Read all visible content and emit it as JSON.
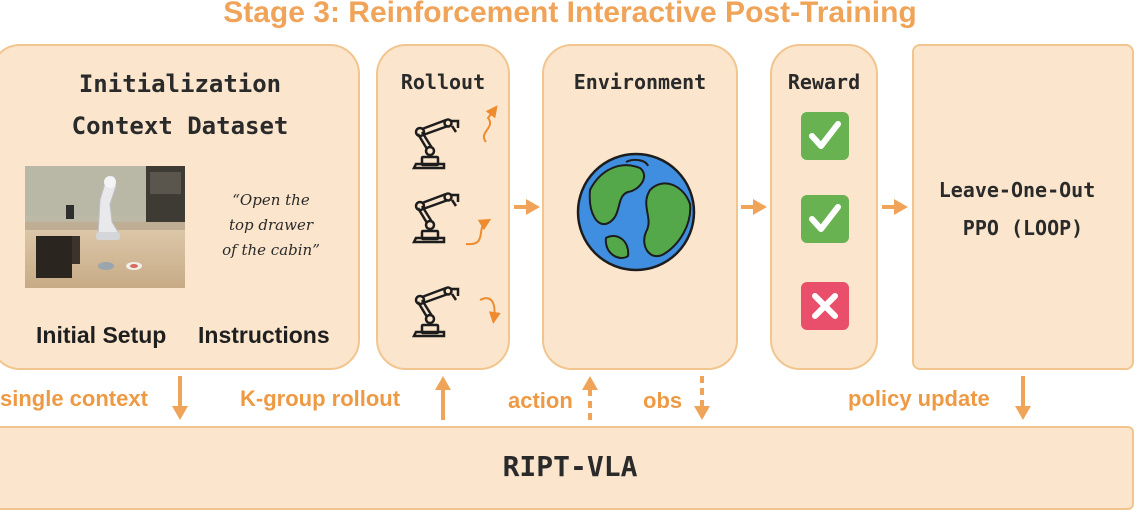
{
  "title": "Stage 3: Reinforcement Interactive Post-Training",
  "init_panel": {
    "title_line1": "Initialization",
    "title_line2": "Context Dataset",
    "instruction_quote": [
      "“Open the",
      "top drawer",
      "of the cabin”"
    ],
    "setup_label": "Initial Setup",
    "instructions_label": "Instructions"
  },
  "rollout_panel": {
    "title": "Rollout",
    "robot_icon": "robot-arm-icon"
  },
  "environment_panel": {
    "title": "Environment",
    "globe_icon": "earth-globe-icon"
  },
  "reward_panel": {
    "title": "Reward",
    "results": [
      "check",
      "check",
      "cross"
    ]
  },
  "loop_panel": {
    "line1": "Leave-One-Out",
    "line2": "PPO (LOOP)"
  },
  "flow_labels": {
    "single_context": "single context",
    "k_group_rollout": "K-group rollout",
    "action": "action",
    "obs": "obs",
    "policy_update": "policy update"
  },
  "base_bar": {
    "label": "RIPT-VLA"
  },
  "colors": {
    "accent": "#f0a45a",
    "panel_fill": "#fbe6cd",
    "panel_border": "#f2c58f",
    "check_green": "#69b252",
    "cross_red": "#e94f6a"
  }
}
